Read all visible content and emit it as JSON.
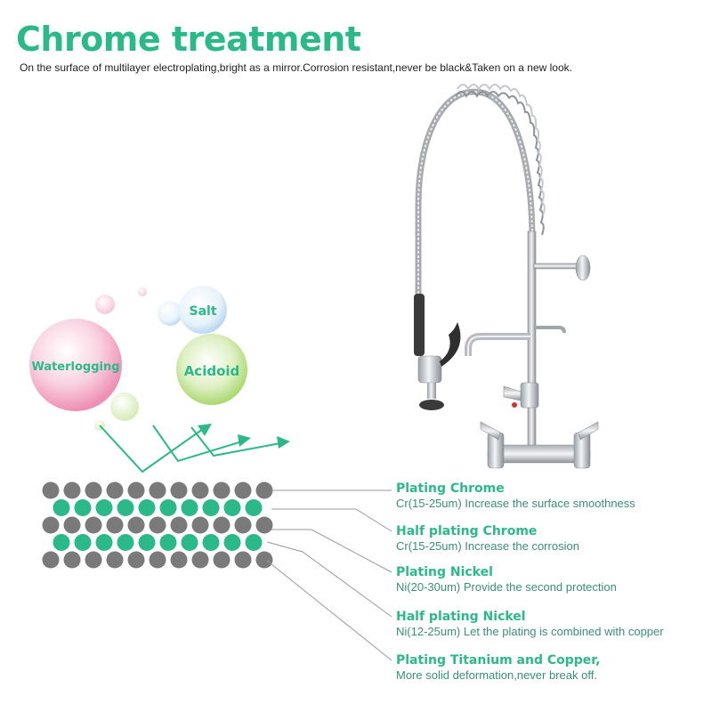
{
  "header": {
    "title": "Chrome treatment",
    "subtitle": "On the surface of multilayer electroplating,bright as a mirror.Corrosion resistant,never be black&Taken on a new look."
  },
  "bubbles": {
    "waterlogging": "Waterlogging",
    "salt": "Salt",
    "acidoid": "Acidoid"
  },
  "layers": [
    {
      "name": "Plating Chrome",
      "desc": "Cr(15-25um) Increase the surface smoothness"
    },
    {
      "name": "Half plating Chrome",
      "desc": "Cr(15-25um) Increase the corrosion"
    },
    {
      "name": "Plating Nickel",
      "desc": "Ni(20-30um) Provide the second protection"
    },
    {
      "name": "Half plating Nickel",
      "desc": "Ni(12-25um) Let the plating is combined with copper"
    },
    {
      "name": "Plating Titanium and Copper,",
      "desc": "More solid deformation,never break off."
    }
  ],
  "colors": {
    "accent_green": "#2bb98a",
    "dot_gray": "#7a7a7a",
    "dot_green": "#2bb98a",
    "bubble_pink": "#f2a7c3",
    "bubble_lime": "#a9d86b"
  },
  "illustration": {
    "product": "pre-rinse-faucet",
    "dot_rows": [
      "gray",
      "green",
      "gray",
      "green",
      "gray"
    ]
  }
}
